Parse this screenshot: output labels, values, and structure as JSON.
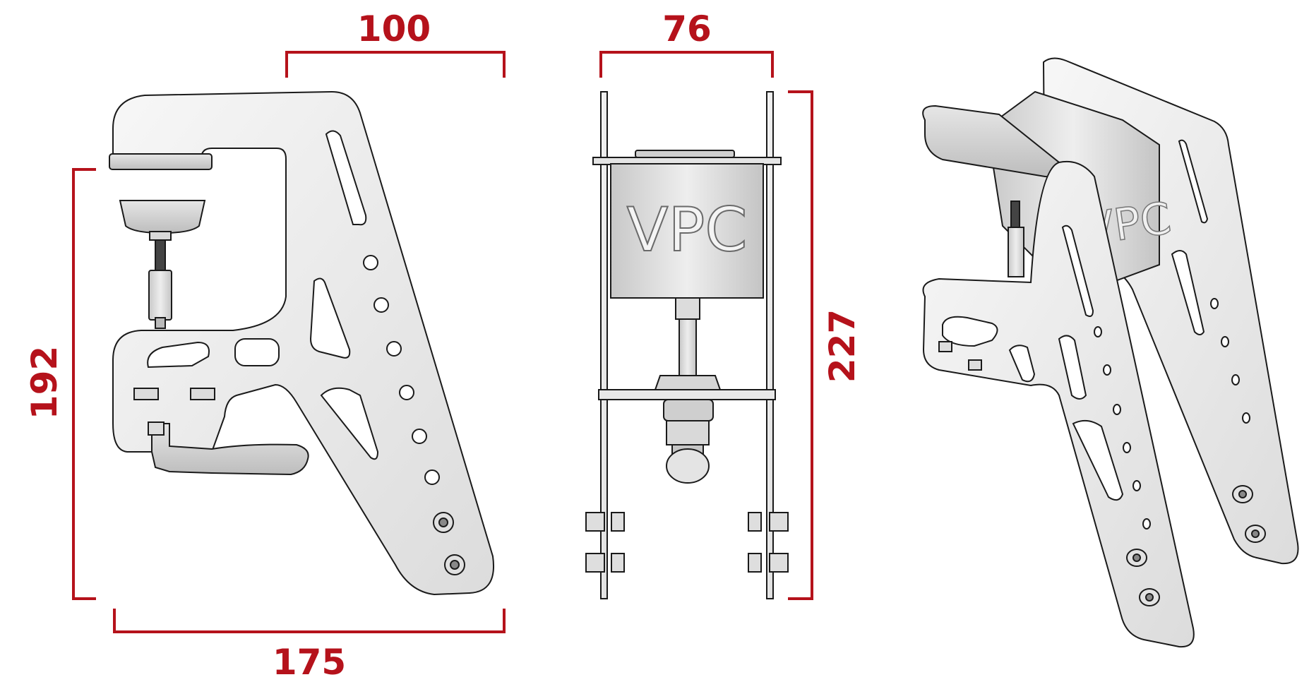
{
  "colors": {
    "dimension": "#b5121b",
    "part_fill": "#ececec",
    "part_stroke": "#1a1a1a",
    "shade": "#d4d4d4",
    "background": "#ffffff"
  },
  "dimensions": {
    "side_top_width": "100",
    "side_height": "192",
    "side_bottom_width": "175",
    "front_width": "76",
    "front_height": "227"
  },
  "front_view": {
    "logo_text": "VPC"
  },
  "iso_view": {
    "logo_text": "VPC"
  }
}
